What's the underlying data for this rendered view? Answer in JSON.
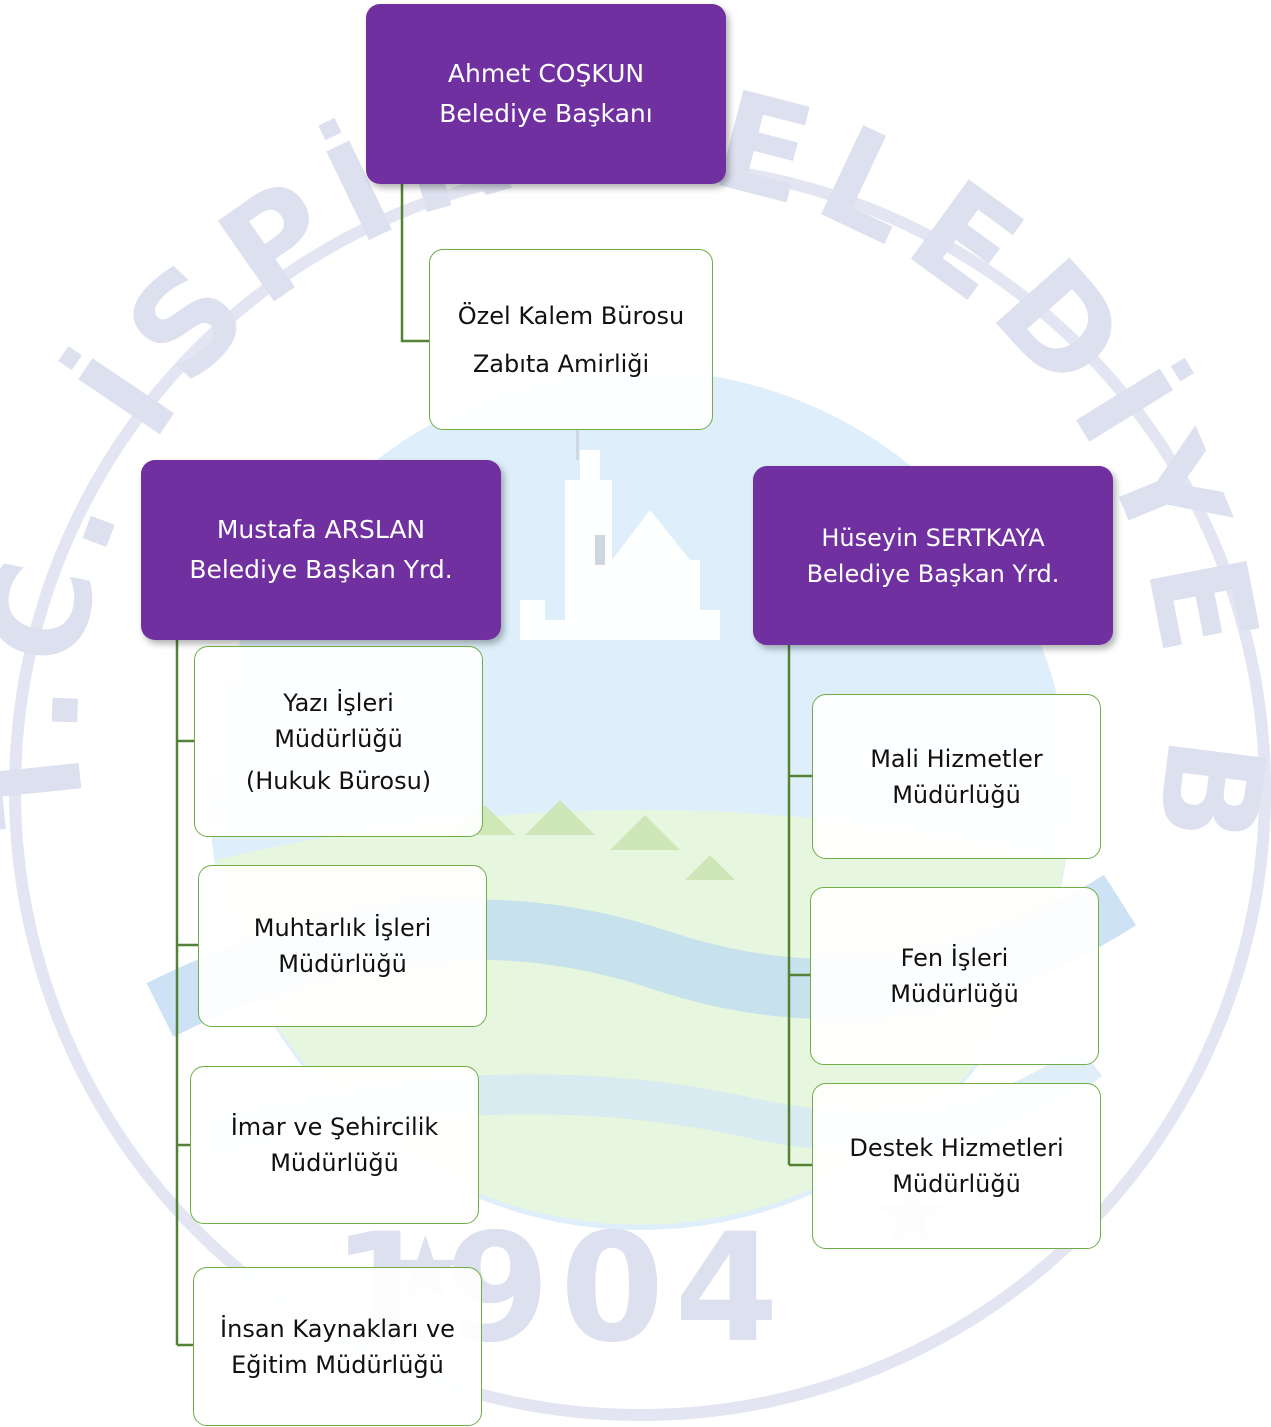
{
  "watermark": {
    "arc_text_left": "T.C. İSPİR",
    "arc_text_top": "BELEDİYE",
    "arc_text_right": "BAŞKANLIĞI",
    "year": "1904"
  },
  "colors": {
    "leader_box": "#7030a0",
    "unit_border": "#70ad47",
    "connector": "#548235"
  },
  "mayor": {
    "name": "Ahmet COŞKUN",
    "title": "Belediye Başkanı"
  },
  "mayor_office": {
    "line1": "Özel Kalem Bürosu",
    "line2": "Zabıta Amirliği"
  },
  "deputy_left": {
    "name": "Mustafa ARSLAN",
    "title": "Belediye Başkan Yrd.",
    "units": [
      {
        "lines": [
          "Yazı İşleri",
          "Müdürlüğü",
          "(Hukuk Bürosu)"
        ]
      },
      {
        "lines": [
          "Muhtarlık İşleri",
          "Müdürlüğü"
        ]
      },
      {
        "lines": [
          "İmar ve Şehircilik",
          "Müdürlüğü"
        ]
      },
      {
        "lines": [
          "İnsan Kaynakları ve",
          "Eğitim Müdürlüğü"
        ]
      }
    ]
  },
  "deputy_right": {
    "name": "Hüseyin SERTKAYA",
    "title": "Belediye Başkan Yrd.",
    "units": [
      {
        "lines": [
          "Mali Hizmetler",
          "Müdürlüğü"
        ]
      },
      {
        "lines": [
          "Fen İşleri",
          "Müdürlüğü"
        ]
      },
      {
        "lines": [
          "Destek Hizmetleri",
          "Müdürlüğü"
        ]
      }
    ]
  }
}
